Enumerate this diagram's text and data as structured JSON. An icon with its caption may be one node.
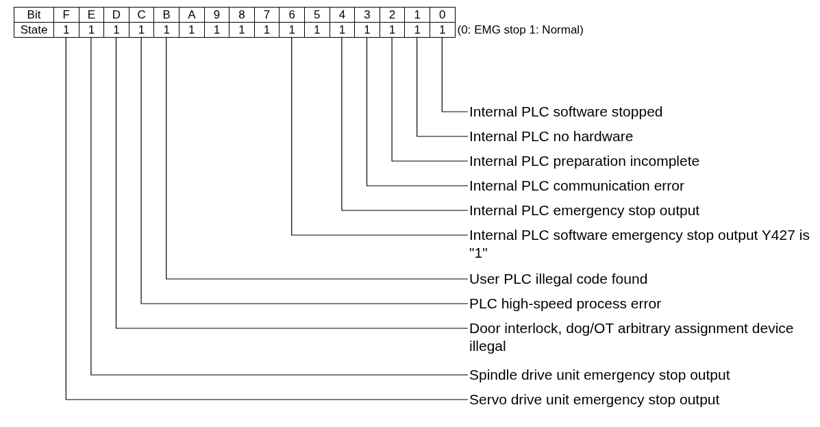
{
  "diagram": {
    "nodes": [
      {
        "text": [
          "Bit"
        ]
      },
      {
        "text": [
          "F"
        ]
      },
      {
        "text": [
          "E"
        ]
      },
      {
        "text": [
          "D"
        ]
      },
      {
        "text": [
          "C"
        ]
      },
      {
        "text": [
          "B"
        ]
      },
      {
        "text": [
          "A"
        ]
      },
      {
        "text": [
          "9"
        ]
      },
      {
        "text": [
          "8"
        ]
      },
      {
        "text": [
          "7"
        ]
      },
      {
        "text": [
          "6"
        ]
      },
      {
        "text": [
          "5"
        ]
      },
      {
        "text": [
          "4"
        ]
      },
      {
        "text": [
          "3"
        ]
      },
      {
        "text": [
          "2"
        ]
      },
      {
        "text": [
          "1"
        ]
      },
      {
        "text": [
          "0"
        ]
      },
      {
        "text": [
          "State"
        ]
      },
      {
        "text": [
          "1"
        ]
      },
      {
        "text": [
          "1"
        ]
      },
      {
        "text": [
          "1"
        ]
      },
      {
        "text": [
          "1"
        ]
      },
      {
        "text": [
          "1"
        ]
      },
      {
        "text": [
          "1"
        ]
      },
      {
        "text": [
          "1"
        ]
      },
      {
        "text": [
          "1"
        ]
      },
      {
        "text": [
          "1"
        ]
      },
      {
        "text": [
          "1"
        ]
      },
      {
        "text": [
          "1"
        ]
      },
      {
        "text": [
          "1"
        ]
      },
      {
        "text": [
          "1"
        ]
      },
      {
        "text": [
          "1"
        ]
      },
      {
        "text": [
          "1"
        ]
      },
      {
        "text": [
          "1"
        ]
      },
      {
        "text": [
          "Internal PLC software stopped"
        ]
      },
      {
        "text": [
          "Internal PLC no hardware"
        ]
      },
      {
        "text": [
          "Internal PLC preparation incomplete"
        ]
      },
      {
        "text": [
          "Internal PLC communication error"
        ]
      },
      {
        "text": [
          "Internal PLC emergency stop output"
        ]
      },
      {
        "text": [
          "Internal PLC software emergency stop output Y427 is \"1\""
        ]
      },
      {
        "text": [
          "User PLC illegal code found"
        ]
      },
      {
        "text": [
          "PLC high-speed process error"
        ]
      },
      {
        "text": [
          "Door interlock, dog/OT arbitrary assignment device illegal"
        ]
      },
      {
        "text": [
          "Spindle drive unit emergency stop output"
        ]
      },
      {
        "text": [
          "Servo drive unit emergency stop output"
        ]
      }
    ],
    "edges": [
      {
        "from": 33,
        "to": 34,
        "arrow": "none"
      },
      {
        "from": 32,
        "to": 35,
        "arrow": "none"
      },
      {
        "from": 31,
        "to": 36,
        "arrow": "none"
      },
      {
        "from": 30,
        "to": 37,
        "arrow": "none"
      },
      {
        "from": 29,
        "to": 38,
        "arrow": "none"
      },
      {
        "from": 27,
        "to": 39,
        "arrow": "none"
      },
      {
        "from": 22,
        "to": 40,
        "arrow": "none"
      },
      {
        "from": 21,
        "to": 41,
        "arrow": "none"
      },
      {
        "from": 20,
        "to": 42,
        "arrow": "none"
      },
      {
        "from": 19,
        "to": 43,
        "arrow": "none"
      },
      {
        "from": 18,
        "to": 44,
        "arrow": "none"
      }
    ],
    "labels": [
      "(0: EMG stop 1: Normal)"
    ]
  }
}
